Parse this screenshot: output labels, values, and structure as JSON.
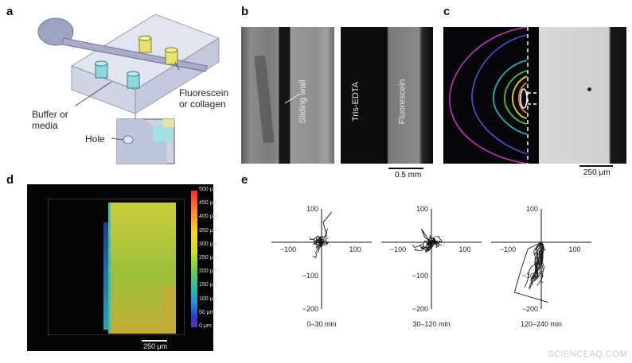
{
  "panels": {
    "a": {
      "label": "a",
      "buffer_label_line1": "Buffer or",
      "buffer_label_line2": "media",
      "fluor_label_line1": "Fluorescein",
      "fluor_label_line2": "or collagen",
      "hole_label": "Hole"
    },
    "b": {
      "label": "b",
      "sliding_wall": "Sliding wall",
      "tris": "Tris-EDTA",
      "fluorescein": "Fluorescein",
      "scale": "0.5 mm"
    },
    "c": {
      "label": "c",
      "scale": "250 μm"
    },
    "d": {
      "label": "d",
      "scale": "250 μm",
      "colorbar_ticks": [
        "500 μm",
        "450 μm",
        "400 μm",
        "350 μm",
        "300 μm",
        "250 μm",
        "200 μm",
        "150 μm",
        "100 μm",
        "50 μm",
        "0 μm"
      ]
    },
    "e": {
      "label": "e",
      "subplots": [
        {
          "caption": "0–30 min"
        },
        {
          "caption": "30–120 min"
        },
        {
          "caption": "120–240 min"
        }
      ],
      "tick_labels": {
        "x_neg": "−100",
        "x_pos": "100",
        "y_pos": "100",
        "y_neg1": "−100",
        "y_neg2": "−200"
      }
    }
  },
  "watermark": "SCIENCEAQ.COM",
  "chart_data": {
    "type": "scatter",
    "title": "",
    "xlabel": "",
    "ylabel": "",
    "xlim": [
      -150,
      150
    ],
    "ylim": [
      -200,
      100
    ],
    "series": [
      {
        "values": [
          [
            0,
            0
          ],
          [
            15,
            20
          ],
          [
            10,
            40
          ],
          [
            5,
            60
          ],
          [
            30,
            90
          ]
        ]
      },
      {
        "values": [
          [
            0,
            0
          ],
          [
            -20,
            15
          ],
          [
            -30,
            40
          ],
          [
            -10,
            10
          ],
          [
            20,
            -10
          ]
        ]
      },
      {
        "values": [
          [
            0,
            0
          ],
          [
            -40,
            -20
          ],
          [
            -60,
            -80
          ],
          [
            -80,
            -150
          ],
          [
            20,
            -180
          ]
        ]
      }
    ]
  }
}
